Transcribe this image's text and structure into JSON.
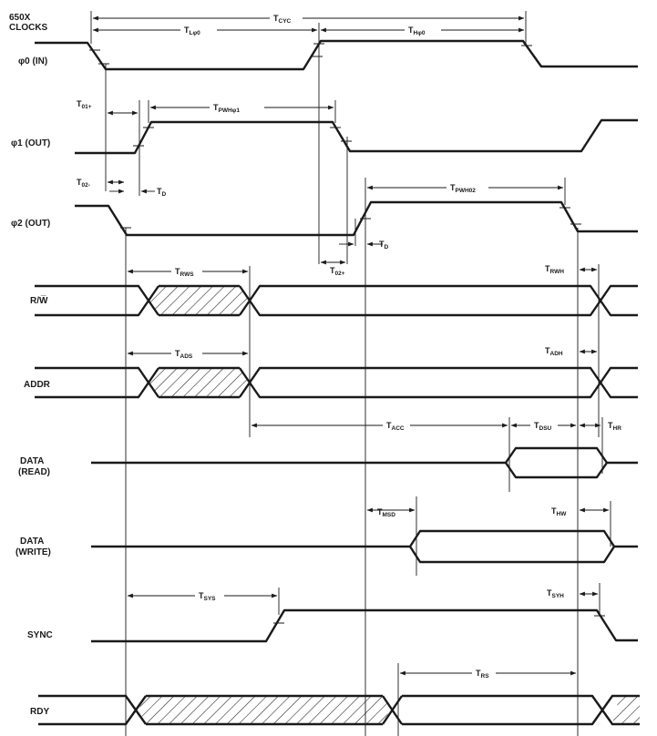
{
  "header": {
    "line1": "650X",
    "line2": "CLOCKS"
  },
  "signals": {
    "phi0": "φ0 (IN)",
    "phi1": "φ1 (OUT)",
    "phi2": "φ2 (OUT)",
    "rw": "R/W̅",
    "addr": "ADDR",
    "data_read_1": "DATA",
    "data_read_2": "(READ)",
    "data_write_1": "DATA",
    "data_write_2": "(WRITE)",
    "sync": "SYNC",
    "rdy": "RDY"
  },
  "timings": {
    "tcyc": {
      "main": "T",
      "sub": "CYC"
    },
    "tlphi0": {
      "main": "T",
      "sub": "Lφ0"
    },
    "thphi0": {
      "main": "T",
      "sub": "Hφ0"
    },
    "t01": {
      "main": "T",
      "sub": "01+"
    },
    "tpwh1": {
      "main": "T",
      "sub": "PWHφ1"
    },
    "t02m": {
      "main": "T",
      "sub": "02-"
    },
    "td1": {
      "main": "T",
      "sub": "D"
    },
    "tpwh2": {
      "main": "T",
      "sub": "PWH02"
    },
    "td2": {
      "main": "T",
      "sub": "D"
    },
    "t02p": {
      "main": "T",
      "sub": "02+"
    },
    "trws": {
      "main": "T",
      "sub": "RWS"
    },
    "trwh": {
      "main": "T",
      "sub": "RWH"
    },
    "tads": {
      "main": "T",
      "sub": "ADS"
    },
    "tadh": {
      "main": "T",
      "sub": "ADH"
    },
    "tacc": {
      "main": "T",
      "sub": "ACC"
    },
    "tdsu": {
      "main": "T",
      "sub": "DSU"
    },
    "thr": {
      "main": "T",
      "sub": "HR"
    },
    "tmsd": {
      "main": "T",
      "sub": "MSD"
    },
    "thw": {
      "main": "T",
      "sub": "HW"
    },
    "tsys": {
      "main": "T",
      "sub": "SYS"
    },
    "tsyh": {
      "main": "T",
      "sub": "SYH"
    },
    "trs": {
      "main": "T",
      "sub": "RS"
    }
  }
}
